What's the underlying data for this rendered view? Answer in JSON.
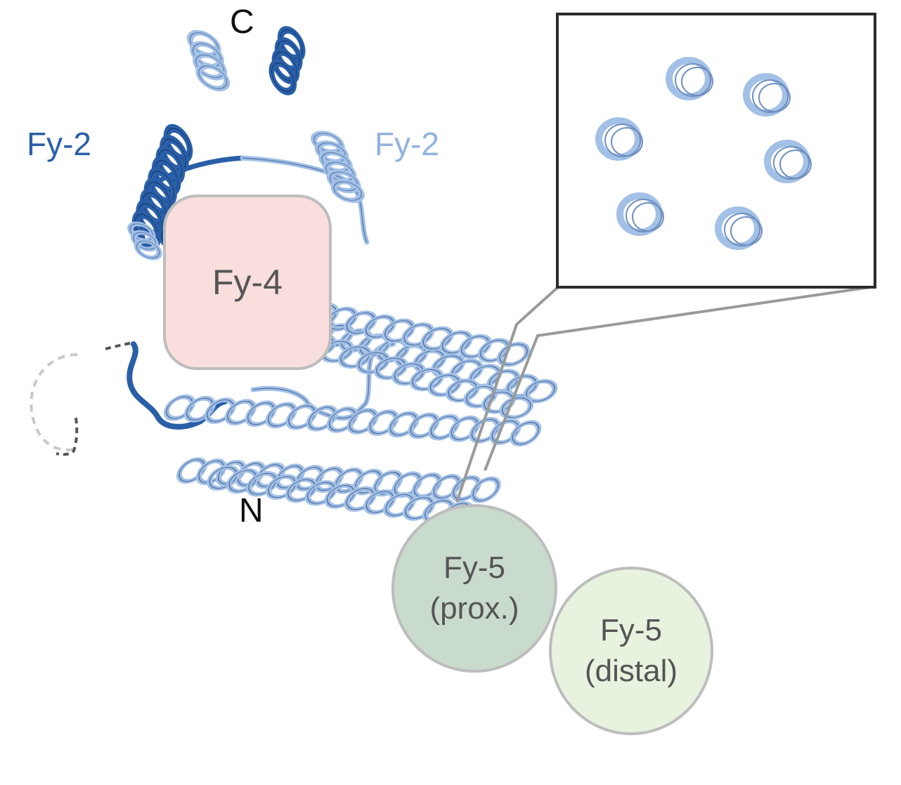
{
  "labels": {
    "c_terminus": "C",
    "n_terminus": "N",
    "chain_left": "Fy-2",
    "chain_right": "Fy-2"
  },
  "boxes": {
    "fy4": "Fy-4",
    "fy5_prox_line1": "Fy-5",
    "fy5_prox_line2": "(prox.)",
    "fy5_distal_line1": "Fy-5",
    "fy5_distal_line2": "(distal)"
  },
  "colors": {
    "dark_blue": "#2a5fa8",
    "light_blue": "#a3c0e6",
    "fy4_fill": "#f8dedd",
    "fy5_prox_fill": "#c9dbcc",
    "fy5_distal_fill": "#e8f3df",
    "outline_gray": "#bdbdbd",
    "inset_border": "#2b2b2b"
  },
  "inset": {
    "description_icon": "helix-ring-icon",
    "helix_count": 6
  }
}
